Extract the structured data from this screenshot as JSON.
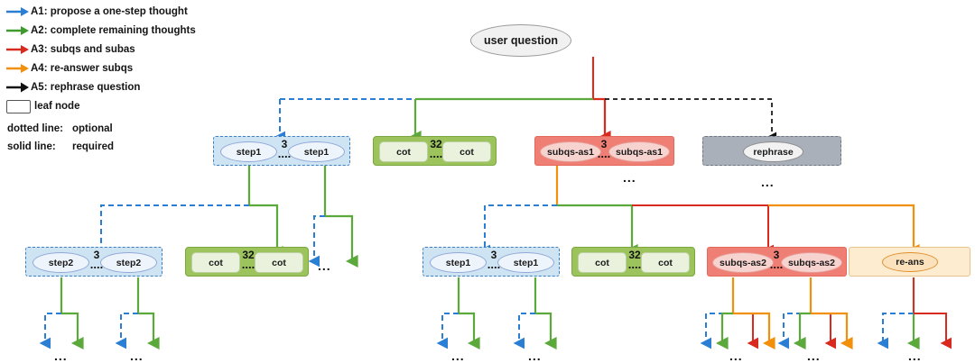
{
  "legend": {
    "rows": [
      {
        "icon": "arrow-right-icon",
        "color": "#2a7fd4",
        "style": "solid",
        "label": "A1: propose a one-step thought"
      },
      {
        "icon": "arrow-right-icon",
        "color": "#3f9b2e",
        "style": "solid",
        "label": "A2: complete remaining thoughts"
      },
      {
        "icon": "arrow-right-icon",
        "color": "#d92a20",
        "style": "solid",
        "label": "A3: subqs and subas"
      },
      {
        "icon": "arrow-right-icon",
        "color": "#f2900c",
        "style": "solid",
        "label": "A4: re-answer subqs"
      },
      {
        "icon": "arrow-right-icon",
        "color": "#111111",
        "style": "solid",
        "label": "A5: rephrase question"
      },
      {
        "icon": "leaf-node-icon",
        "color": "#555555",
        "style": "box",
        "label": "leaf node"
      }
    ],
    "notes": [
      {
        "key": "dotted line:",
        "value": "optional"
      },
      {
        "key": "solid line:",
        "value": "required"
      }
    ]
  },
  "colors": {
    "a1_blue": "#2a7fd4",
    "a2_green": "#3f9b2e",
    "a3_red": "#d92a20",
    "a4_orange": "#f2900c",
    "a5_black": "#111111",
    "group_blue_fill": "#cfe4f3",
    "group_green_fill": "#9cc35c",
    "group_red_fill": "#ef7f75",
    "group_gray_fill": "#a9b0ba",
    "group_peach_fill": "#fdecd0",
    "leaf_fill": "#eaf2dd"
  },
  "tree": {
    "root": {
      "label": "user question",
      "shape": "ellipse"
    },
    "level2": [
      {
        "id": "step1-group",
        "kind": "blue",
        "node_label": "step1",
        "count": "3",
        "dots": "....",
        "children_hint": null
      },
      {
        "id": "cot-group-1",
        "kind": "green",
        "node_label": "cot",
        "count": "32",
        "dots": "....",
        "children_hint": null
      },
      {
        "id": "subqs-as1-group",
        "kind": "red",
        "node_label": "subqs-as1",
        "count": "3",
        "dots": "....",
        "children_hint": "..."
      },
      {
        "id": "rephrase-group",
        "kind": "gray",
        "node_label": "rephrase",
        "count": null,
        "dots": null,
        "children_hint": "..."
      }
    ],
    "level3": [
      {
        "id": "step2-group",
        "kind": "blue",
        "node_label": "step2",
        "count": "3",
        "dots": "....",
        "children_hint": null
      },
      {
        "id": "cot-group-2",
        "kind": "green",
        "node_label": "cot",
        "count": "32",
        "dots": "....",
        "children_hint": "..."
      },
      {
        "id": "step1-group-2",
        "kind": "blue",
        "node_label": "step1",
        "count": "3",
        "dots": "....",
        "children_hint": null
      },
      {
        "id": "cot-group-3",
        "kind": "green",
        "node_label": "cot",
        "count": "32",
        "dots": "....",
        "children_hint": null
      },
      {
        "id": "subqs-as2-group",
        "kind": "red",
        "node_label": "subqs-as2",
        "count": "3",
        "dots": "....",
        "children_hint": null
      },
      {
        "id": "re-ans-group",
        "kind": "peach",
        "node_label": "re-ans",
        "count": null,
        "dots": null,
        "children_hint": null
      }
    ],
    "leaf_ellipsis": "..."
  }
}
